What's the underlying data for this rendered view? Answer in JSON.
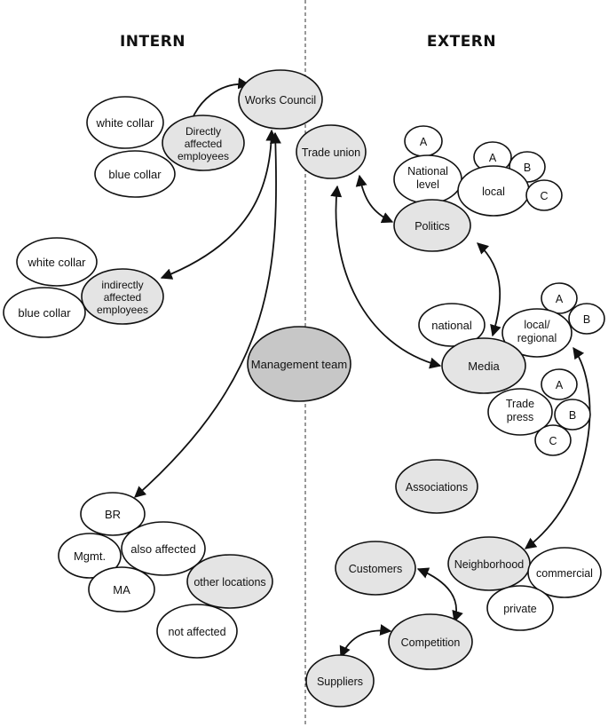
{
  "headings": {
    "intern": "INTERN",
    "extern": "EXTERN"
  },
  "colors": {
    "shaded": "#e4e4e4",
    "white": "#ffffff",
    "management": "#c7c7c7",
    "stroke": "#111111"
  },
  "nodes": {
    "works_council": "Works Council",
    "white_collar_1": "white collar",
    "blue_collar_1": "blue collar",
    "directly_affected": [
      "Directly",
      "affected",
      "employees"
    ],
    "white_collar_2": "white collar",
    "blue_collar_2": "blue collar",
    "indirectly_affected": [
      "indirectly",
      "affected",
      "employees"
    ],
    "management_team": "Management team",
    "br": "BR",
    "mgmt": "Mgmt.",
    "also_affected": "also affected",
    "ma": "MA",
    "other_locations": "other locations",
    "not_affected": "not affected",
    "trade_union": "Trade union",
    "politics_a": "A",
    "national_level": [
      "National",
      "level"
    ],
    "local_a": "A",
    "local_b": "B",
    "local_c": "C",
    "local": "local",
    "politics": "Politics",
    "national": "national",
    "regional_a": "A",
    "regional_b": "B",
    "local_regional": [
      "local/",
      "regional"
    ],
    "media": "Media",
    "trade_a": "A",
    "trade_b": "B",
    "trade_c": "C",
    "trade_press": [
      "Trade",
      "press"
    ],
    "associations": "Associations",
    "customers": "Customers",
    "neighborhood": "Neighborhood",
    "commercial": "commercial",
    "private": "private",
    "competition": "Competition",
    "suppliers": "Suppliers"
  }
}
